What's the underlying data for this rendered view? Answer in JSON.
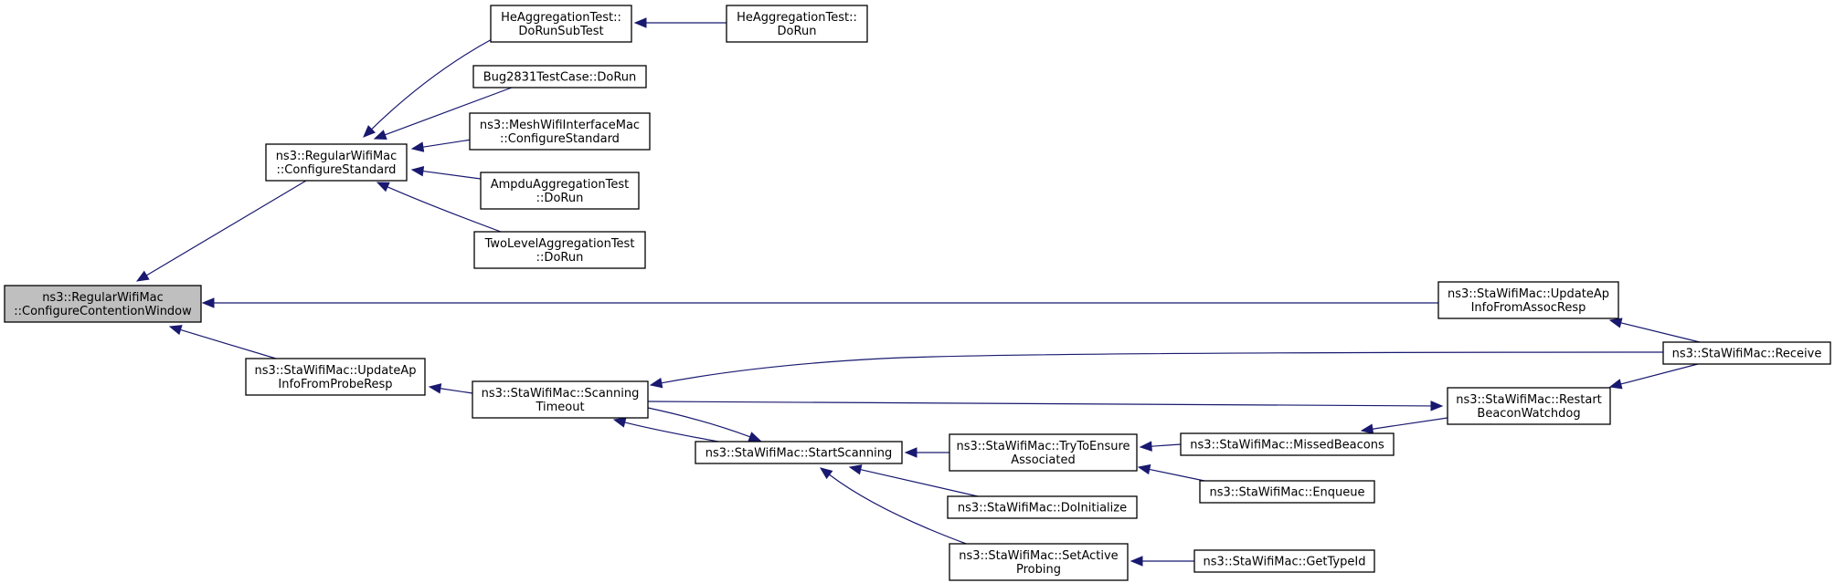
{
  "nodes": [
    {
      "id": "root",
      "lines": [
        "ns3::RegularWifiMac",
        "::ConfigureContentionWindow"
      ],
      "highlight": true
    },
    {
      "id": "rwm_cs",
      "lines": [
        "ns3::RegularWifiMac",
        "::ConfigureStandard"
      ]
    },
    {
      "id": "he_subtest",
      "lines": [
        "HeAggregationTest::",
        "DoRunSubTest"
      ]
    },
    {
      "id": "he_dorun",
      "lines": [
        "HeAggregationTest::",
        "DoRun"
      ]
    },
    {
      "id": "bug2831",
      "lines": [
        "Bug2831TestCase::DoRun"
      ]
    },
    {
      "id": "mesh_cs",
      "lines": [
        "ns3::MeshWifiInterfaceMac",
        "::ConfigureStandard"
      ]
    },
    {
      "id": "ampdu",
      "lines": [
        "AmpduAggregationTest",
        "::DoRun"
      ]
    },
    {
      "id": "twolevel",
      "lines": [
        "TwoLevelAggregationTest",
        "::DoRun"
      ]
    },
    {
      "id": "upd_probe",
      "lines": [
        "ns3::StaWifiMac::UpdateAp",
        "InfoFromProbeResp"
      ]
    },
    {
      "id": "scan_to",
      "lines": [
        "ns3::StaWifiMac::Scanning",
        "Timeout"
      ]
    },
    {
      "id": "start_scan",
      "lines": [
        "ns3::StaWifiMac::StartScanning"
      ]
    },
    {
      "id": "try_assoc",
      "lines": [
        "ns3::StaWifiMac::TryToEnsure",
        "Associated"
      ]
    },
    {
      "id": "do_init",
      "lines": [
        "ns3::StaWifiMac::DoInitialize"
      ]
    },
    {
      "id": "set_probing",
      "lines": [
        "ns3::StaWifiMac::SetActive",
        "Probing"
      ]
    },
    {
      "id": "get_type",
      "lines": [
        "ns3::StaWifiMac::GetTypeId"
      ]
    },
    {
      "id": "missed",
      "lines": [
        "ns3::StaWifiMac::MissedBeacons"
      ]
    },
    {
      "id": "enqueue",
      "lines": [
        "ns3::StaWifiMac::Enqueue"
      ]
    },
    {
      "id": "restart",
      "lines": [
        "ns3::StaWifiMac::Restart",
        "BeaconWatchdog"
      ]
    },
    {
      "id": "upd_assoc",
      "lines": [
        "ns3::StaWifiMac::UpdateAp",
        "InfoFromAssocResp"
      ]
    },
    {
      "id": "receive",
      "lines": [
        "ns3::StaWifiMac::Receive"
      ]
    }
  ],
  "edges": [
    {
      "from": "rwm_cs",
      "to": "root"
    },
    {
      "from": "upd_assoc",
      "to": "root"
    },
    {
      "from": "upd_probe",
      "to": "root"
    },
    {
      "from": "he_subtest",
      "to": "rwm_cs"
    },
    {
      "from": "bug2831",
      "to": "rwm_cs"
    },
    {
      "from": "mesh_cs",
      "to": "rwm_cs"
    },
    {
      "from": "ampdu",
      "to": "rwm_cs"
    },
    {
      "from": "twolevel",
      "to": "rwm_cs"
    },
    {
      "from": "he_dorun",
      "to": "he_subtest"
    },
    {
      "from": "scan_to",
      "to": "upd_probe"
    },
    {
      "from": "receive",
      "to": "scan_to"
    },
    {
      "from": "start_scan",
      "to": "scan_to"
    },
    {
      "from": "scan_to",
      "to": "start_scan"
    },
    {
      "from": "scan_to",
      "to": "restart"
    },
    {
      "from": "try_assoc",
      "to": "start_scan"
    },
    {
      "from": "do_init",
      "to": "start_scan"
    },
    {
      "from": "set_probing",
      "to": "start_scan"
    },
    {
      "from": "missed",
      "to": "try_assoc"
    },
    {
      "from": "enqueue",
      "to": "try_assoc"
    },
    {
      "from": "get_type",
      "to": "set_probing"
    },
    {
      "from": "restart",
      "to": "missed"
    },
    {
      "from": "receive",
      "to": "restart"
    },
    {
      "from": "receive",
      "to": "upd_assoc"
    }
  ],
  "colors": {
    "edge": "#191970",
    "highlight_fill": "#bfbfbf",
    "node_fill": "#ffffff",
    "border": "#000000"
  }
}
